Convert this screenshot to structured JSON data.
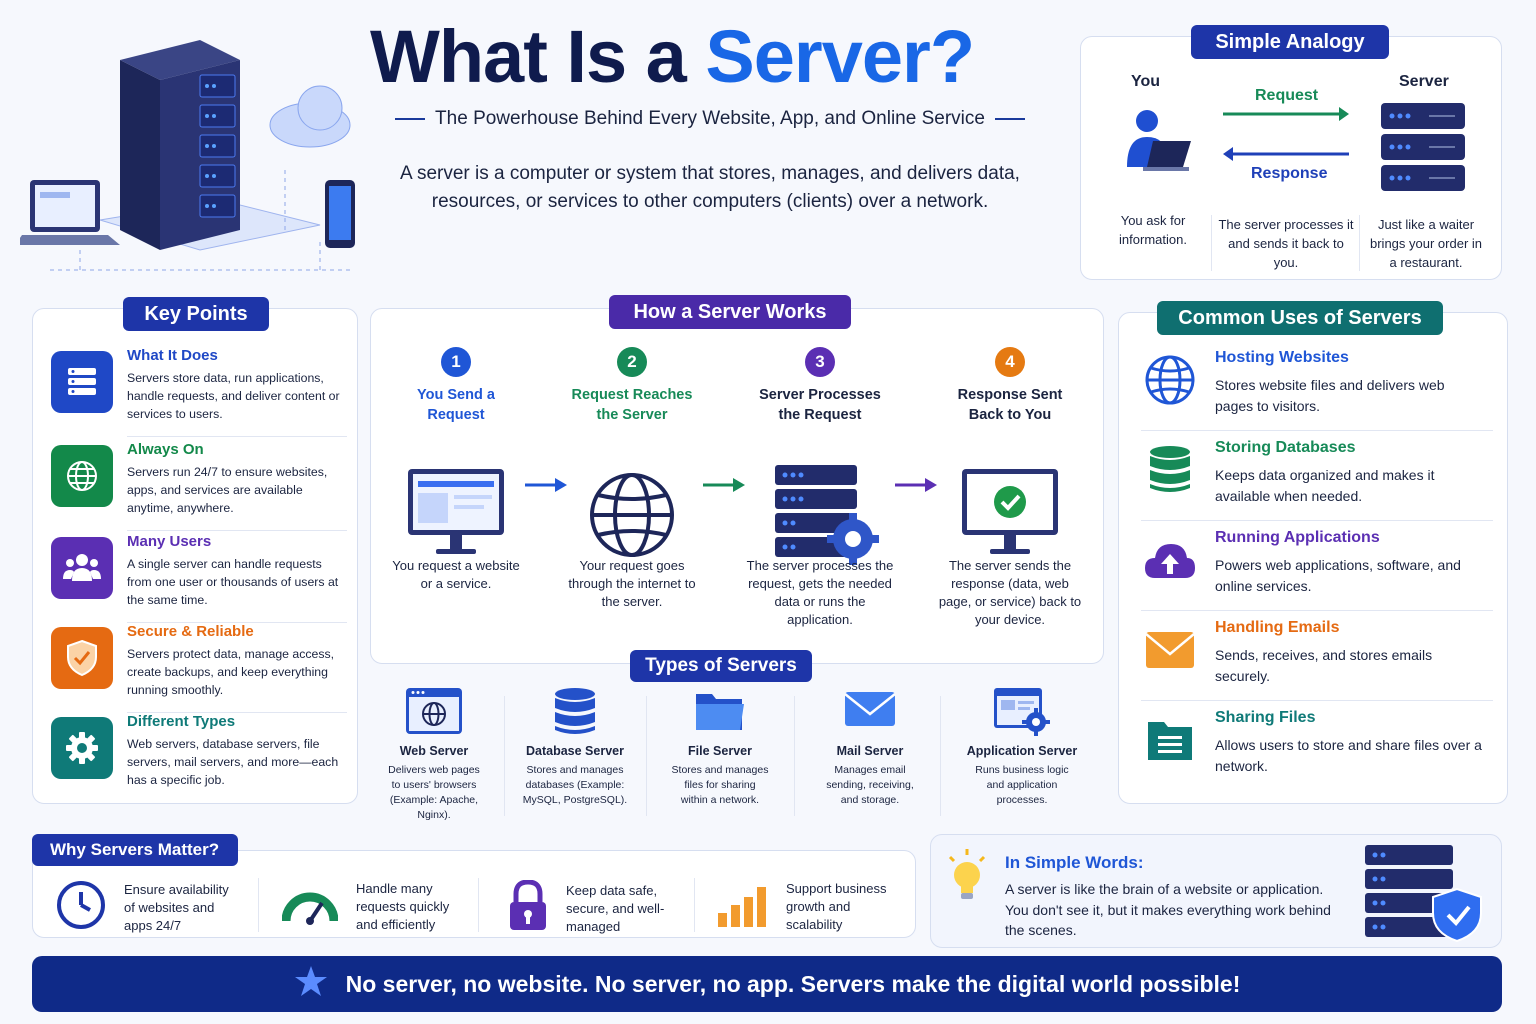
{
  "header": {
    "title_part1": "What Is a",
    "title_part2": "Server?",
    "subtitle": "The Powerhouse Behind Every Website, App, and Online Service",
    "intro": "A server is a computer or system that stores, manages, and delivers data, resources, or services to other computers (clients) over a network."
  },
  "analogy": {
    "title": "Simple Analogy",
    "you_label": "You",
    "server_label": "Server",
    "request_label": "Request",
    "response_label": "Response",
    "you_text": "You ask for information.",
    "middle_text": "The server processes it and sends it back to you.",
    "server_text": "Just like a waiter brings your order in a restaurant."
  },
  "key_points": {
    "title": "Key Points",
    "items": [
      {
        "title": "What It Does",
        "text": "Servers store data, run applications, handle requests, and deliver content or services to users.",
        "icon": "server-list-icon",
        "color": "#1f48c6"
      },
      {
        "title": "Always On",
        "text": "Servers run 24/7 to ensure websites, apps, and services are available anytime, anywhere.",
        "icon": "globe-icon",
        "color": "#13894a"
      },
      {
        "title": "Many Users",
        "text": "A single server can handle requests from one user or thousands of users at the same time.",
        "icon": "users-icon",
        "color": "#5b2fb3"
      },
      {
        "title": "Secure & Reliable",
        "text": "Servers protect data, manage access, create backups, and keep everything running smoothly.",
        "icon": "shield-icon",
        "color": "#e56a12"
      },
      {
        "title": "Different Types",
        "text": "Web servers, database servers, file servers, mail servers, and more—each has a specific job.",
        "icon": "gear-icon",
        "color": "#0f7a78"
      }
    ]
  },
  "how": {
    "title": "How a Server Works",
    "steps": [
      {
        "num": "1",
        "title": "You Send a Request",
        "text": "You request a website or a service.",
        "color": "#1f56d6"
      },
      {
        "num": "2",
        "title": "Request Reaches the Server",
        "text": "Your request goes through the internet to the server.",
        "color": "#178a58"
      },
      {
        "num": "3",
        "title": "Server Processes the Request",
        "text": "The server processes the request, gets the needed data or runs the application.",
        "color": "#5b2fb3"
      },
      {
        "num": "4",
        "title": "Response Sent Back to You",
        "text": "The server sends the response (data, web page, or service) back to your device.",
        "color": "#e57a12"
      }
    ]
  },
  "types": {
    "title": "Types of Servers",
    "items": [
      {
        "title": "Web Server",
        "text": "Delivers web pages to users' browsers (Example: Apache, Nginx)."
      },
      {
        "title": "Database Server",
        "text": "Stores and manages databases (Example: MySQL, PostgreSQL)."
      },
      {
        "title": "File Server",
        "text": "Stores and manages files for sharing within a network."
      },
      {
        "title": "Mail Server",
        "text": "Manages email sending, receiving, and storage."
      },
      {
        "title": "Application Server",
        "text": "Runs business logic and application processes."
      }
    ]
  },
  "uses": {
    "title": "Common Uses of Servers",
    "items": [
      {
        "title": "Hosting Websites",
        "text": "Stores website files and delivers web pages to visitors.",
        "color": "#1f56d6"
      },
      {
        "title": "Storing Databases",
        "text": "Keeps data organized and makes it available when needed.",
        "color": "#178a58"
      },
      {
        "title": "Running Applications",
        "text": "Powers web applications, software, and online services.",
        "color": "#5b2fb3"
      },
      {
        "title": "Handling Emails",
        "text": "Sends, receives, and stores emails securely.",
        "color": "#e56a12"
      },
      {
        "title": "Sharing Files",
        "text": "Allows users to store and share files over a network.",
        "color": "#0f7a78"
      }
    ]
  },
  "why": {
    "title": "Why Servers Matter?",
    "items": [
      {
        "text": "Ensure availability of websites and apps 24/7"
      },
      {
        "text": "Handle many requests quickly and efficiently"
      },
      {
        "text": "Keep data safe, secure, and well-managed"
      },
      {
        "text": "Support business growth and scalability"
      }
    ]
  },
  "simple_words": {
    "title": "In Simple Words:",
    "text": "A server is like the brain of a website or application. You don't see it, but it makes everything work behind the scenes."
  },
  "footer": {
    "text": "No server, no website. No server, no app. Servers make the digital world possible!"
  }
}
